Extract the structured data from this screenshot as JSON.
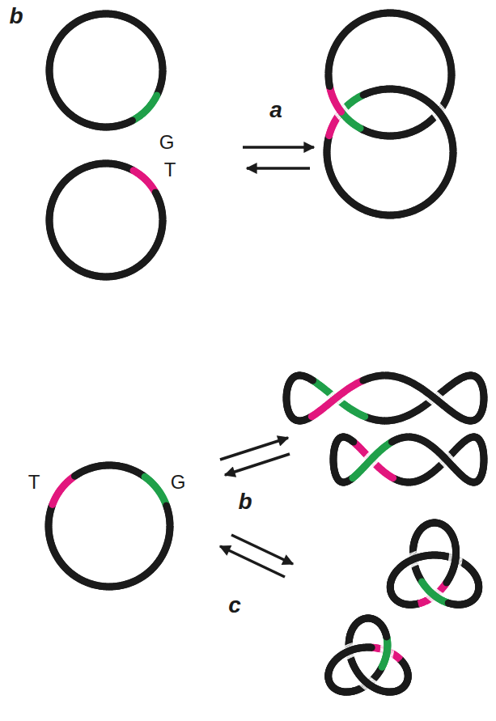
{
  "diagram": {
    "labels": [
      "b",
      "G",
      "T",
      "a",
      "T",
      "G",
      "b",
      "c"
    ]
  }
}
